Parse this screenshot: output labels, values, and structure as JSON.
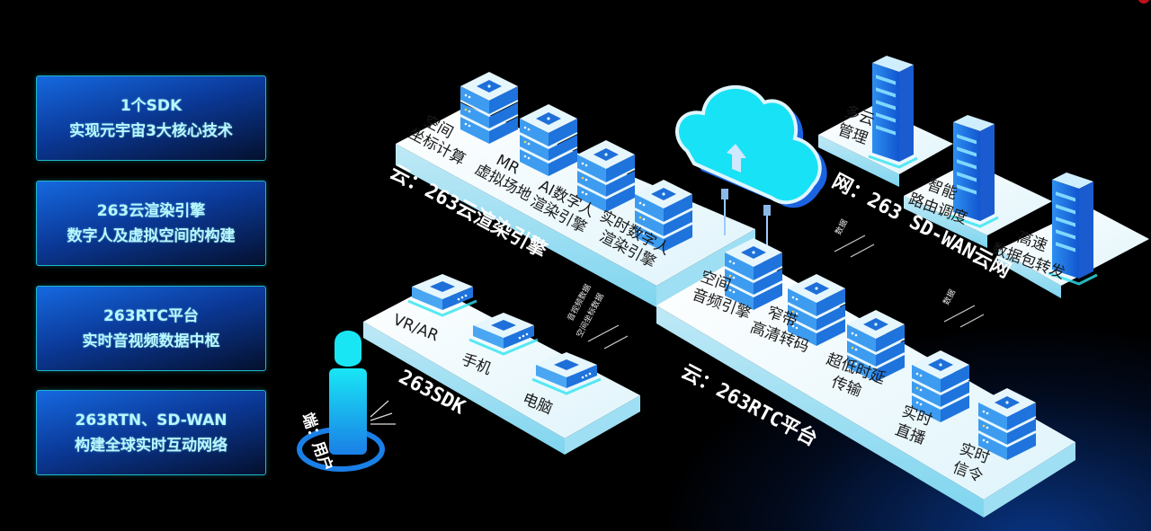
{
  "left_panel": {
    "boxes": [
      {
        "line1": "1个SDK",
        "line2": "实现元宇宙3大核心技术"
      },
      {
        "line1": "263云渲染引擎",
        "line2": "数字人及虚拟空间的构建"
      },
      {
        "line1": "263RTC平台",
        "line2": "实时音视频数据中枢"
      },
      {
        "line1": "263RTN、SD-WAN",
        "line2": "构建全球实时互动网络"
      }
    ]
  },
  "diagram": {
    "render_platform": {
      "title": "云：263云渲染引擎",
      "nodes": [
        {
          "line1": "空间",
          "line2": "坐标计算"
        },
        {
          "line1": "MR",
          "line2": "虚拟场地"
        },
        {
          "line1": "AI数字人",
          "line2": "渲染引擎"
        },
        {
          "line1": "实时数字人",
          "line2": "渲染引擎"
        }
      ]
    },
    "network_platform": {
      "title": "网：263 SD-WAN云网",
      "nodes": [
        {
          "line1": "多云",
          "line2": "管理"
        },
        {
          "line1": "智能",
          "line2": "路由调度"
        },
        {
          "line1": "高速",
          "line2": "数据包转发"
        }
      ]
    },
    "rtc_platform": {
      "title": "云：263RTC平台",
      "nodes": [
        {
          "line1": "空间",
          "line2": "音频引擎"
        },
        {
          "line1": "窄带",
          "line2": "高清转码"
        },
        {
          "line1": "超低时延",
          "line2": "传输"
        },
        {
          "line1": "实时",
          "line2": "直播"
        },
        {
          "line1": "实时",
          "line2": "信令"
        }
      ]
    },
    "sdk_platform": {
      "title": "263SDK",
      "devices": [
        "VR/AR",
        "手机",
        "电脑"
      ]
    },
    "user": {
      "label": "端：用户"
    },
    "flows": {
      "sdk_to_render_1": "音视频数据",
      "sdk_to_render_2": "空间坐标数据",
      "cloud_to_network": "数据",
      "network_to_rtc": "数据"
    },
    "cloud_icon": "cloud-upload-icon"
  },
  "colors": {
    "box_border": "#1fb7c9",
    "box_text": "#b9f7ff",
    "platform_top": "#eef9fd",
    "server_blue": "#1f7be6",
    "cloud_cyan": "#16e3f5",
    "user_cyan": "#19d8f2"
  }
}
